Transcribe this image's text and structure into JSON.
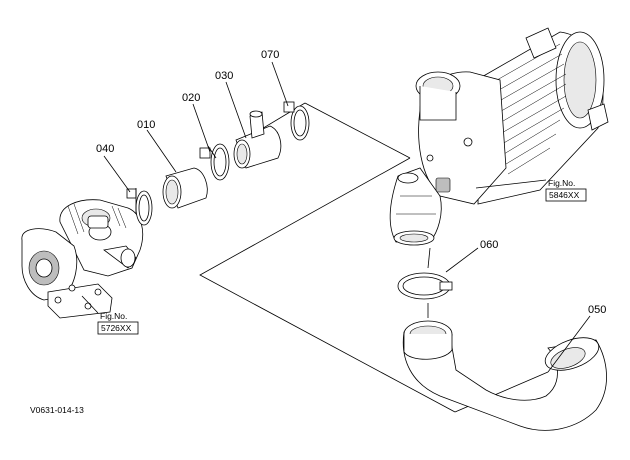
{
  "part_labels": {
    "p010": "010",
    "p020": "020",
    "p030": "030",
    "p040": "040",
    "p050": "050",
    "p060": "060",
    "p070": "070"
  },
  "figure_refs": {
    "turbo": {
      "line1": "Fig.No.",
      "line2": "5726XX"
    },
    "air_cleaner": {
      "line1": "Fig.No.",
      "line2": "5846XX"
    }
  },
  "drawing_code": "V0631-014-13"
}
